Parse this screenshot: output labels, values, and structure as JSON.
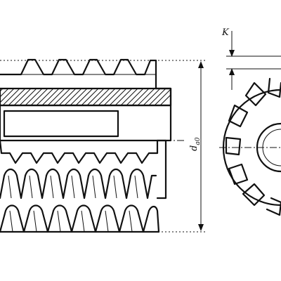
{
  "dimensions": {
    "tip_diameter_label": "d",
    "tip_diameter_subscript": "a0",
    "relief_label": "K"
  }
}
